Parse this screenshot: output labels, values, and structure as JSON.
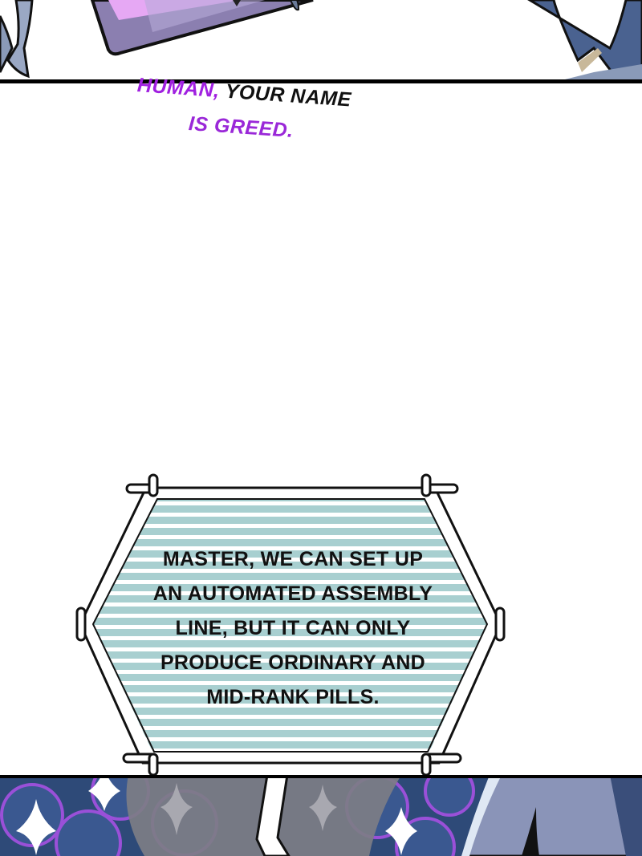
{
  "narration": {
    "line1_part1": "Human,",
    "line1_part2": " your name",
    "line2": "is greed."
  },
  "speech_bubble": {
    "lines": [
      "Master, we can set up",
      "an automated assembly",
      "line, but it can only",
      "produce ordinary and",
      "mid-rank pills."
    ]
  },
  "colors": {
    "narration_purple": "#a020e0",
    "bubble_stripes": "#a8cfd0",
    "panel_border": "#000000"
  }
}
